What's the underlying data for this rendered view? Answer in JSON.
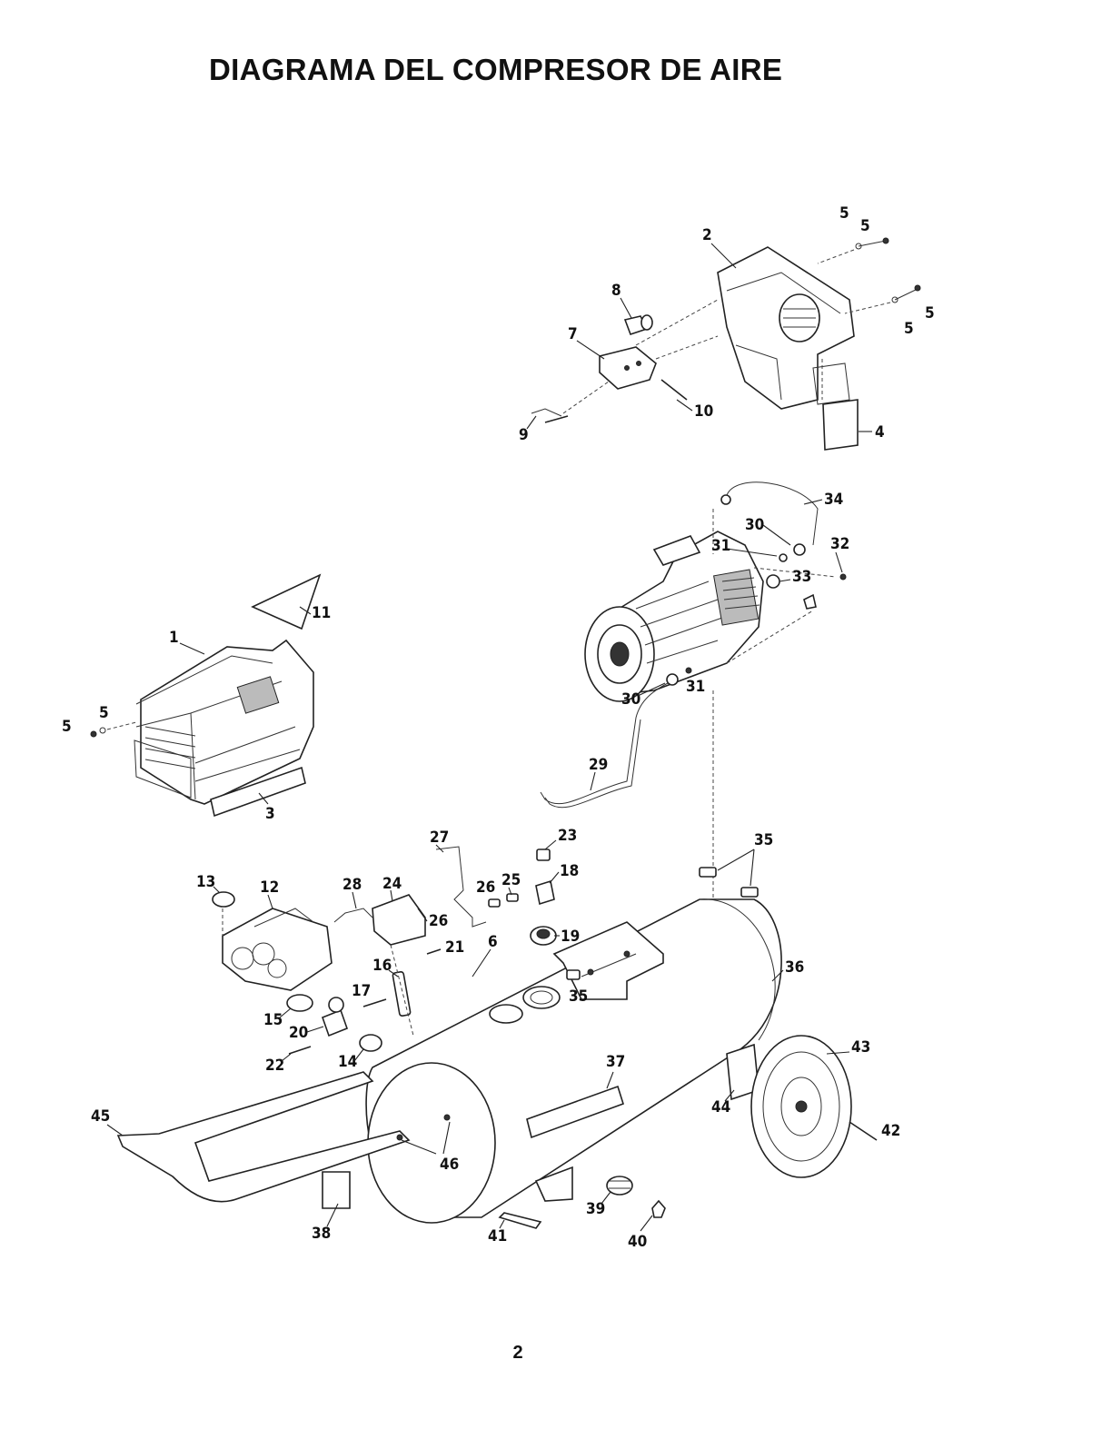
{
  "title": "DIAGRAMA DEL COMPRESOR DE AIRE",
  "page_number": "2",
  "callouts": [
    "1",
    "2",
    "3",
    "4",
    "5",
    "6",
    "7",
    "8",
    "9",
    "10",
    "11",
    "12",
    "13",
    "14",
    "15",
    "16",
    "17",
    "18",
    "19",
    "20",
    "21",
    "22",
    "23",
    "24",
    "25",
    "26",
    "27",
    "28",
    "29",
    "30",
    "31",
    "32",
    "33",
    "34",
    "35",
    "36",
    "37",
    "38",
    "39",
    "40",
    "41",
    "42",
    "43",
    "44",
    "45",
    "46"
  ]
}
